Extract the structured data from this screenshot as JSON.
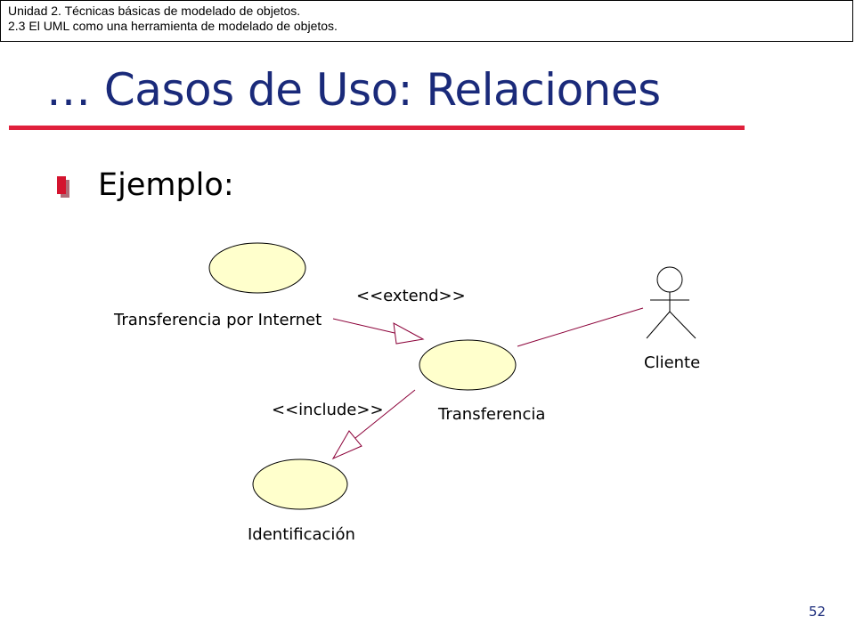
{
  "header": {
    "line1": "Unidad 2. Técnicas básicas de modelado de objetos.",
    "line2": "2.3 El UML como una herramienta de modelado de objetos."
  },
  "title": "… Casos de Uso: Relaciones",
  "bullet": {
    "text": "Ejemplo:"
  },
  "diagram": {
    "use_cases": {
      "internet": "Transferencia por Internet",
      "transfer": "Transferencia",
      "identification": "Identificación"
    },
    "actor": "Cliente",
    "relations": {
      "extend": "<<extend>>",
      "include": "<<include>>"
    },
    "colors": {
      "use_case_fill": "#ffffcc",
      "line": "#8b0038"
    }
  },
  "colors": {
    "title": "#1a2a7a",
    "underline": "#e0203c",
    "bullet": "#c8102e"
  },
  "page_number": "52"
}
